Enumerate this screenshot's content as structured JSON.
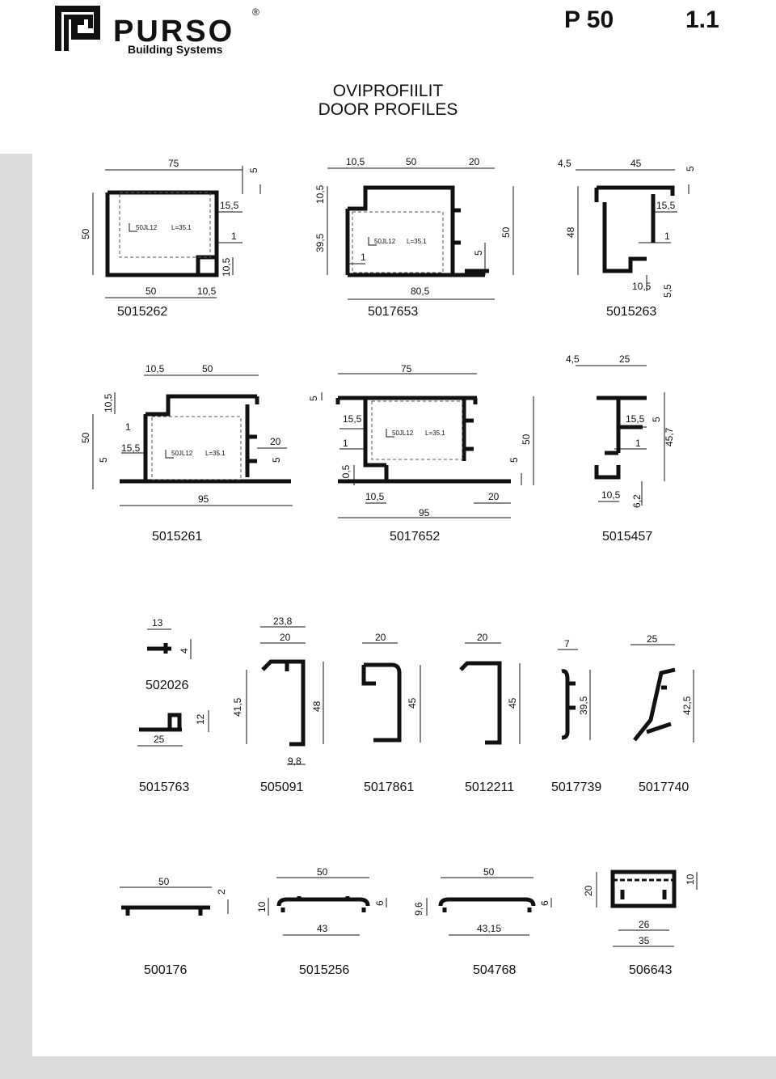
{
  "header": {
    "brand": "PURSO",
    "registered": "®",
    "subbrand": "Building Systems",
    "series": "P 50",
    "page": "1.1"
  },
  "titles": {
    "fi": "OVIPROFIILIT",
    "en": "DOOR PROFILES"
  },
  "glass_note": {
    "code": "50JL12",
    "length": "L=35.1"
  },
  "profile_codes": [
    "5015262",
    "5017653",
    "5015263",
    "5015261",
    "5017652",
    "5015457",
    "502026",
    "5015763",
    "505091",
    "5017861",
    "5012211",
    "5017739",
    "5017740",
    "500176",
    "5015256",
    "504768",
    "506643"
  ],
  "dims": {
    "p5015262": [
      "75",
      "5",
      "15,5",
      "50",
      "1",
      "10,5",
      "50",
      "10,5"
    ],
    "p5017653": [
      "10,5",
      "50",
      "20",
      "10,5",
      "39,5",
      "1",
      "5",
      "50",
      "80,5"
    ],
    "p5015263": [
      "4,5",
      "45",
      "5",
      "15,5",
      "48",
      "1",
      "10,5",
      "5,5"
    ],
    "p5015261": [
      "10,5",
      "50",
      "10,5",
      "1",
      "50",
      "15,5",
      "5",
      "20",
      "5",
      "95"
    ],
    "p5017652": [
      "75",
      "5",
      "15,5",
      "1",
      "10,5",
      "50",
      "5",
      "10,5",
      "20",
      "95"
    ],
    "p5015457": [
      "4,5",
      "25",
      "15,5",
      "5",
      "1",
      "45,7",
      "10,5",
      "6,2"
    ],
    "p502026": [
      "13",
      "4"
    ],
    "p5015763": [
      "12",
      "25"
    ],
    "p505091": [
      "23,8",
      "20",
      "41,5",
      "48",
      "9,8"
    ],
    "p5017861": [
      "20",
      "45"
    ],
    "p5012211": [
      "20",
      "45"
    ],
    "p5017739": [
      "7",
      "39,5"
    ],
    "p5017740": [
      "25",
      "42,5"
    ],
    "p500176": [
      "50",
      "2"
    ],
    "p5015256": [
      "50",
      "10",
      "6",
      "43"
    ],
    "p504768": [
      "50",
      "9,6",
      "6",
      "43,15"
    ],
    "p506643": [
      "20",
      "10",
      "26",
      "35"
    ]
  }
}
